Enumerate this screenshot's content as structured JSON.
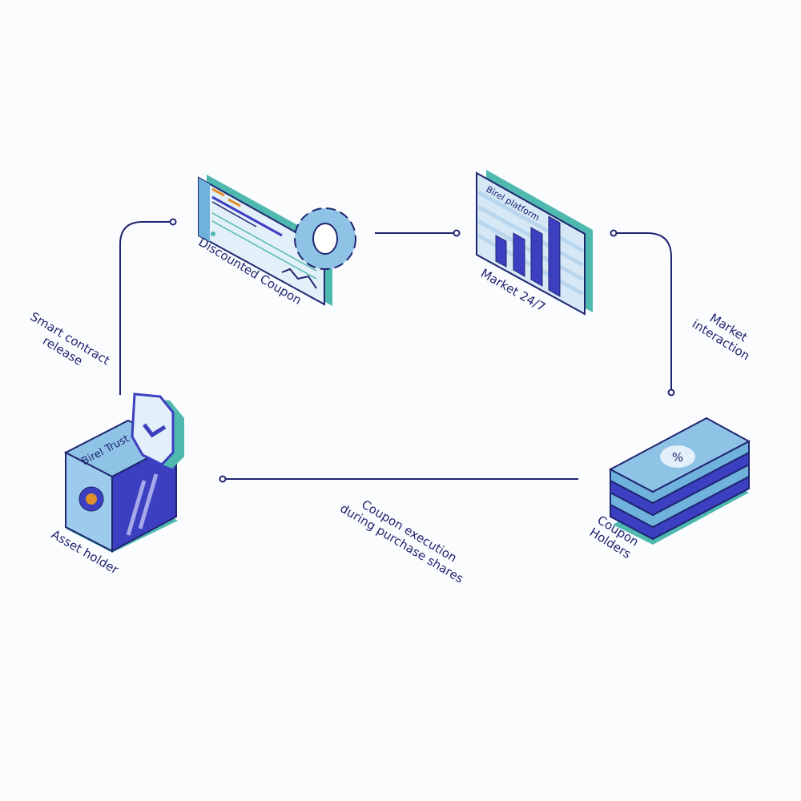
{
  "nodes": {
    "coupon": {
      "label": "Discounted Coupon"
    },
    "market": {
      "label": "Market 24/7",
      "screen_title": "Birel platform"
    },
    "safe": {
      "label": "Asset holder",
      "top_text": "Birel Trust"
    },
    "holders": {
      "label_line1": "Coupon",
      "label_line2": "Holders",
      "note_symbol": "%"
    }
  },
  "edges": {
    "smart_contract": {
      "line1": "Smart contract",
      "line2": "release"
    },
    "market_interaction": {
      "line1": "Market",
      "line2": "interaction"
    },
    "coupon_execution": {
      "line1": "Coupon execution",
      "line2": "during purchase shares"
    }
  },
  "colors": {
    "navy": "#1e2570",
    "blue": "#3c3fc0",
    "light": "#dbeaf7",
    "mid": "#8fc3e6",
    "teal": "#4fb9b0",
    "orange": "#e0902a"
  }
}
